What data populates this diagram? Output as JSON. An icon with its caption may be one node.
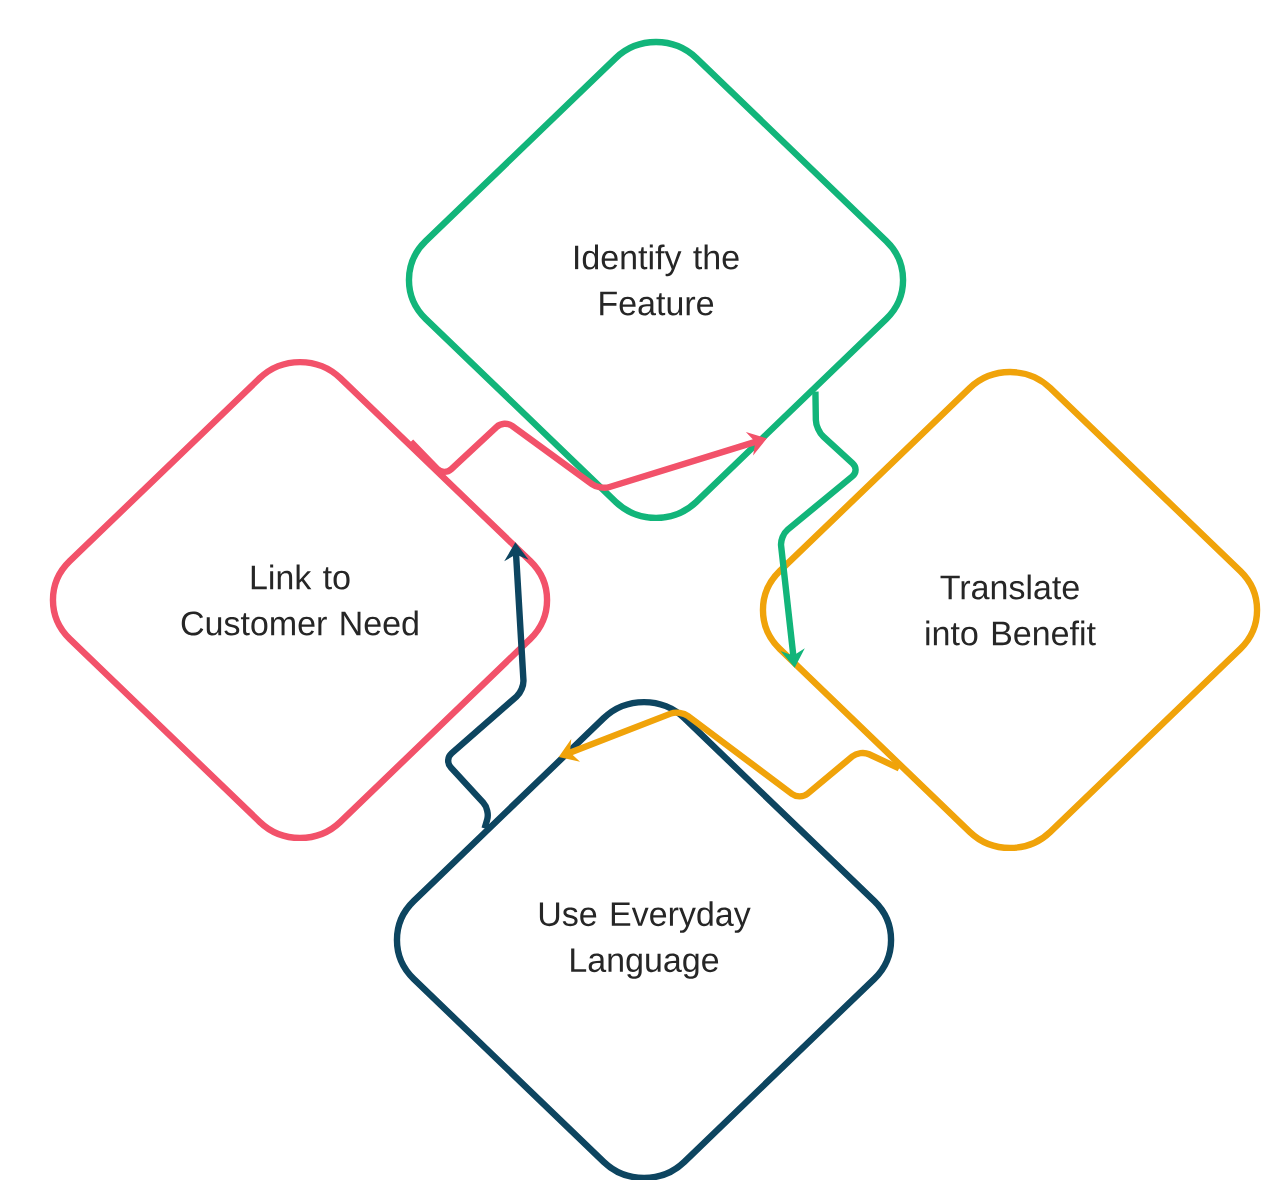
{
  "diagram": {
    "nodes": [
      {
        "text": [
          "Identify the Feature"
        ]
      },
      {
        "text": [
          "Translate into Benefit"
        ]
      },
      {
        "text": [
          "Use Everyday Language"
        ]
      },
      {
        "text": [
          "Link to Customer Need"
        ]
      }
    ],
    "edges": [
      {
        "from": 0,
        "to": 1,
        "arrow": "to",
        "color": "#12b57a"
      },
      {
        "from": 1,
        "to": 2,
        "arrow": "to",
        "color": "#f0a30a"
      },
      {
        "from": 2,
        "to": 3,
        "arrow": "to",
        "color": "#0d4560"
      },
      {
        "from": 3,
        "to": 0,
        "arrow": "to",
        "color": "#f2526a"
      }
    ]
  }
}
